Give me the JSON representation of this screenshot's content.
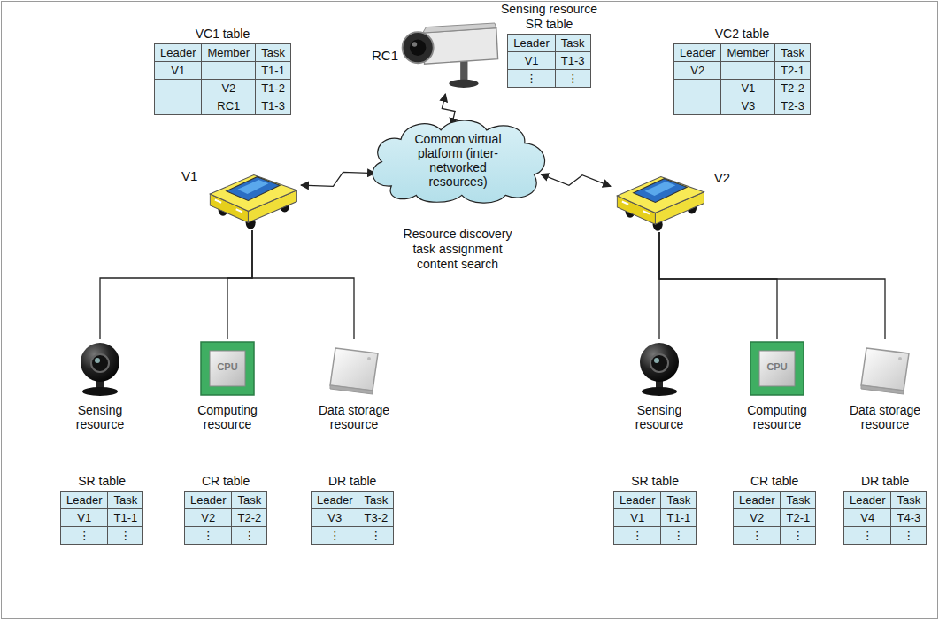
{
  "diagram": {
    "nodes": [
      {
        "text": [
          "VC1 table"
        ]
      },
      {
        "text": [
          "RC1"
        ]
      },
      {
        "text": [
          "Sensing resource",
          "SR table"
        ]
      },
      {
        "text": [
          "VC2 table"
        ]
      },
      {
        "text": [
          "V1"
        ]
      },
      {
        "text": [
          "Common virtual platform (inter-networked resources)"
        ]
      },
      {
        "text": [
          "V2"
        ]
      },
      {
        "text": [
          "Sensing resource"
        ]
      },
      {
        "text": [
          "Computing resource"
        ]
      },
      {
        "text": [
          "Data storage resource"
        ]
      },
      {
        "text": [
          "Sensing resource"
        ]
      },
      {
        "text": [
          "Computing resource"
        ]
      },
      {
        "text": [
          "Data storage resource"
        ]
      },
      {
        "text": [
          "SR table"
        ]
      },
      {
        "text": [
          "CR table"
        ]
      },
      {
        "text": [
          "DR table"
        ]
      },
      {
        "text": [
          "SR table"
        ]
      },
      {
        "text": [
          "CR table"
        ]
      },
      {
        "text": [
          "DR table"
        ]
      }
    ],
    "edges": [
      {
        "from": 4,
        "to": 5,
        "arrow": "both"
      },
      {
        "from": 1,
        "to": 5,
        "arrow": "both"
      },
      {
        "from": 5,
        "to": 6,
        "arrow": "both"
      },
      {
        "from": 4,
        "to": 7,
        "arrow": "none"
      },
      {
        "from": 4,
        "to": 8,
        "arrow": "none"
      },
      {
        "from": 4,
        "to": 9,
        "arrow": "none"
      },
      {
        "from": 6,
        "to": 10,
        "arrow": "none"
      },
      {
        "from": 6,
        "to": 11,
        "arrow": "none"
      },
      {
        "from": 6,
        "to": 12,
        "arrow": "none"
      }
    ],
    "labels": [
      "Resource discovery task assignment content search",
      "CPU",
      "CPU",
      "Leader",
      "Member",
      "Task",
      "V1",
      "T1-1",
      "V2",
      "T1-2",
      "RC1",
      "T1-3",
      "Leader",
      "Task",
      "V1",
      "T1-3",
      "⋮",
      "⋮",
      "Leader",
      "Member",
      "Task",
      "V2",
      "T2-1",
      "V1",
      "T2-2",
      "V3",
      "T2-3",
      "Leader",
      "Task",
      "V1",
      "T1-1",
      "⋮",
      "⋮",
      "Leader",
      "Task",
      "V2",
      "T2-2",
      "⋮",
      "⋮",
      "Leader",
      "Task",
      "V3",
      "T3-2",
      "⋮",
      "⋮",
      "Leader",
      "Task",
      "V1",
      "T1-1",
      "⋮",
      "⋮",
      "Leader",
      "Task",
      "V2",
      "T2-1",
      "⋮",
      "⋮",
      "Leader",
      "Task",
      "V4",
      "T4-3",
      "⋮",
      "⋮"
    ]
  }
}
